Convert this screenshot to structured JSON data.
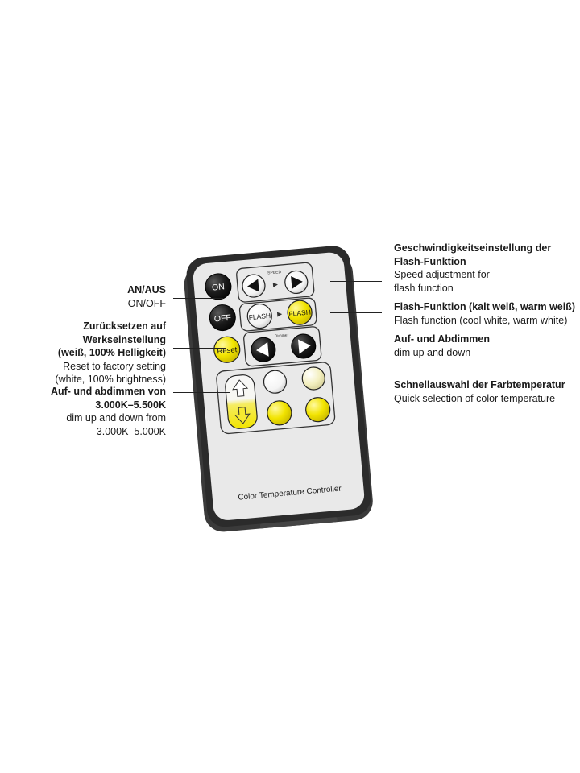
{
  "remote": {
    "buttons": {
      "on": "ON",
      "off": "OFF",
      "reset": "Reset",
      "flash_cool": "FLASH",
      "flash_warm": "FLASH",
      "speed_label": "SPEED",
      "dimmer_label": "Dimmer"
    },
    "footer_text": "Color Temperature Controller",
    "colors": {
      "body": "#e9e9e9",
      "frame": "#2b2b2b",
      "button_dark": "#1c1c1c",
      "button_yellow": "#f2e400",
      "button_cream": "#f3efbf"
    },
    "icons": [
      "arrow-left-icon",
      "arrow-right-icon",
      "arrow-up-icon",
      "arrow-down-icon"
    ]
  },
  "callouts": {
    "on_off": {
      "de": "AN/AUS",
      "en": "ON/OFF"
    },
    "reset": {
      "de_line1": "Zurücksetzen auf Werkseinstellung",
      "de_line2": "(weiß, 100% Helligkeit)",
      "en_line1": "Reset to factory setting",
      "en_line2": "(white, 100% brightness)"
    },
    "dim_range": {
      "de_line1": "Auf- und abdimmen von",
      "de_line2": "3.000K–5.500K",
      "en_line1": "dim up and down from",
      "en_line2": "3.000K–5.000K"
    },
    "speed": {
      "de_line1": "Geschwindigkeitseinstellung der",
      "de_line2": "Flash-Funktion",
      "en_line1": "Speed adjustment for",
      "en_line2": "flash function"
    },
    "flash": {
      "de": "Flash-Funktion (kalt weiß, warm weiß)",
      "en": "Flash function (cool white, warm white)"
    },
    "dim": {
      "de": "Auf- und Abdimmen",
      "en": "dim up and down"
    },
    "quick": {
      "de": "Schnellauswahl der Farbtemperatur",
      "en": "Quick selection of color temperature"
    }
  }
}
